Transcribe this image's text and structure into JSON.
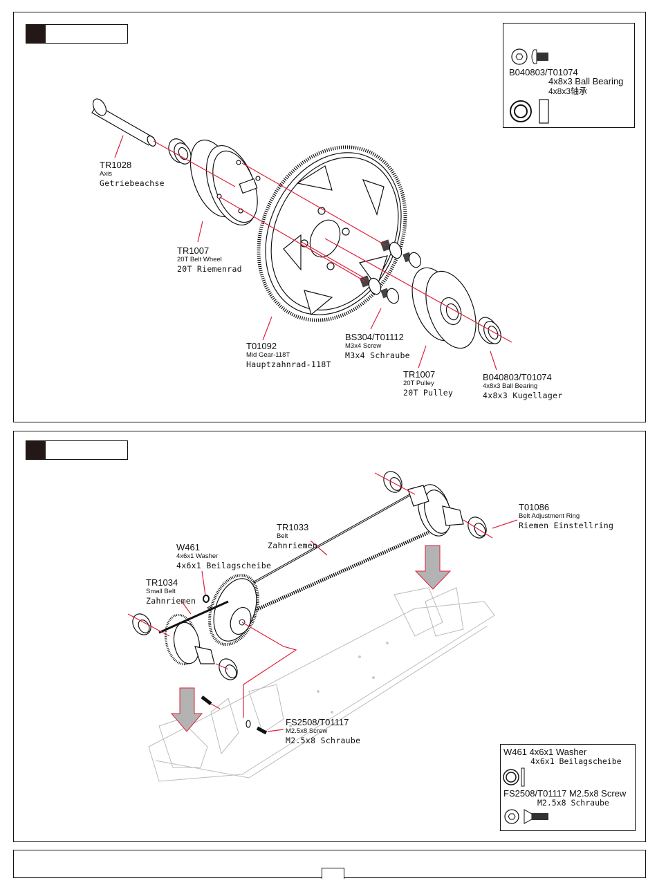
{
  "panel1": {
    "legend": {
      "code": "B040803/T01074",
      "en": "4x8x3 Ball Bearing",
      "cn": "4x8x3轴承"
    },
    "labels": [
      {
        "code": "TR1028",
        "en": "Axis",
        "de": "Getriebeachse"
      },
      {
        "code": "TR1007",
        "en": "20T Belt Wheel",
        "de": "20T Riemenrad"
      },
      {
        "code": "T01092",
        "en": "Mid Gear-118T",
        "de": "Hauptzahnrad-118T"
      },
      {
        "code": "BS304/T01112",
        "en": "M3x4 Screw",
        "de": "M3x4 Schraube"
      },
      {
        "code": "TR1007",
        "en": "20T Pulley",
        "de": "20T Pulley"
      },
      {
        "code": "B040803/T01074",
        "en": "4x8x3 Ball Bearing",
        "de": "4x8x3 Kugellager"
      }
    ]
  },
  "panel2": {
    "legend": {
      "washer_line1": "W461 4x6x1 Washer",
      "washer_line2": "4x6x1 Beilagscheibe",
      "screw_line1": "FS2508/T01117 M2.5x8 Screw",
      "screw_line2": "M2.5x8 Schraube"
    },
    "labels": [
      {
        "code": "T01086",
        "en": "Belt Adjustment Ring",
        "de": "Riemen Einstellring"
      },
      {
        "code": "TR1033",
        "en": "Belt",
        "de": "Zahnriemen"
      },
      {
        "code": "W461",
        "en": "4x6x1 Washer",
        "de": "4x6x1 Beilagscheibe"
      },
      {
        "code": "TR1034",
        "en": "Small Belt",
        "de": "Zahnriemen"
      },
      {
        "code": "FS2508/T01117",
        "en": "M2.5x8 Screw",
        "de": "M2.5x8 Schraube"
      }
    ]
  },
  "colors": {
    "leader_line": "#e0203a",
    "step_block": "#231815",
    "arrow_fill": "#b3b3b3"
  }
}
